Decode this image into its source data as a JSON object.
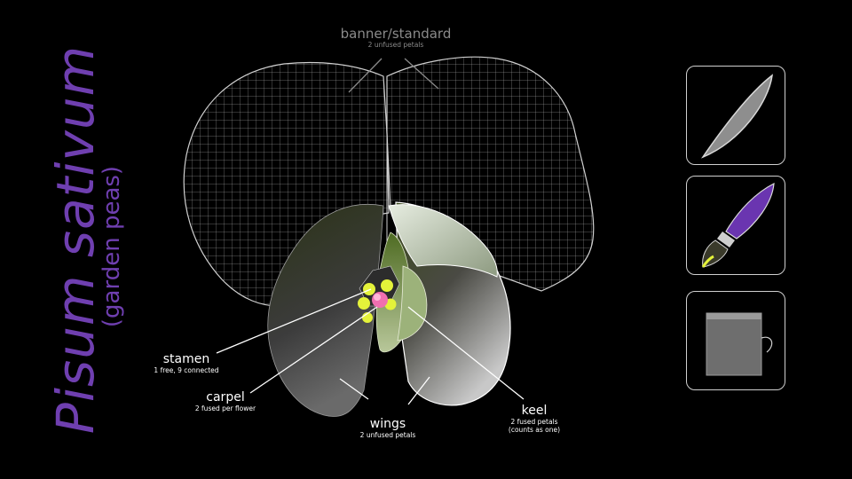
{
  "title": {
    "main": "Pisum sativum",
    "sub": "(garden peas)"
  },
  "labels": {
    "banner": {
      "name": "banner/standard",
      "note": "2 unfused  petals"
    },
    "stamen": {
      "name": "stamen",
      "note": "1 free, 9 connected"
    },
    "carpel": {
      "name": "carpel",
      "note": "2 fused per flower"
    },
    "wings": {
      "name": "wings",
      "note": "2 unfused petals"
    },
    "keel": {
      "name": "keel",
      "note1": "2 fused  petals",
      "note2": "(counts as one)"
    }
  },
  "tools": [
    {
      "icon": "petal-shape-icon"
    },
    {
      "icon": "paintbrush-icon"
    },
    {
      "icon": "bag-icon"
    }
  ],
  "colors": {
    "title": "#6f3fb0",
    "carpel": "#f06fb0",
    "stamen": "#e4f23a",
    "keel": "#6f8a3a",
    "brush": "#6a35b0"
  }
}
